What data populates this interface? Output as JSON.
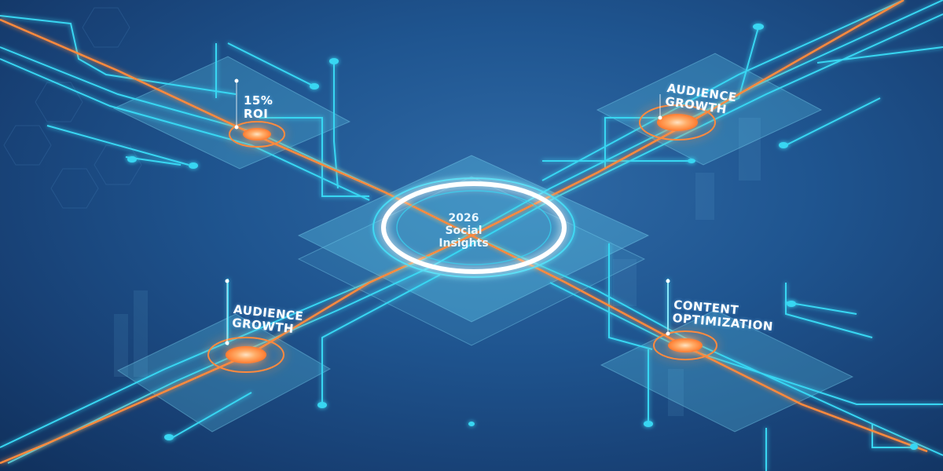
{
  "hub": {
    "year": "2026",
    "line1": "Social",
    "line2": "Insights"
  },
  "nodes": {
    "top_left": {
      "line1": "15%",
      "line2": "ROI"
    },
    "top_right": {
      "line1": "AUDIENCE",
      "line2": "GROWTH"
    },
    "bottom_left": {
      "line1": "AUDIENCE",
      "line2": "GROWTH"
    },
    "bottom_right": {
      "line1": "CONTENT",
      "line2": "OPTIMIZATION"
    }
  },
  "colors": {
    "cyan": "#38d6f2",
    "orange": "#ff8a3d",
    "panel": "#5ec8ea"
  }
}
